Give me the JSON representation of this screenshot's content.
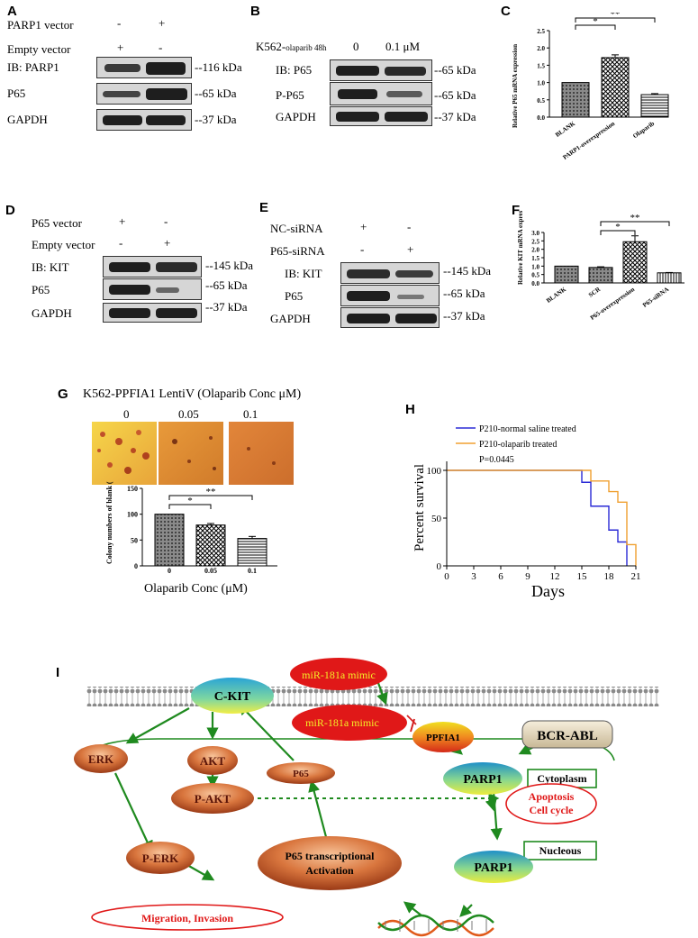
{
  "panels": {
    "A": {
      "label": "A",
      "rows": [
        {
          "name": "PARP1 vector",
          "signs": [
            "-",
            "+"
          ]
        },
        {
          "name": "Empty vector",
          "signs": [
            "+",
            "-"
          ]
        }
      ],
      "blots": [
        "IB: PARP1",
        "P65",
        "GAPDH"
      ],
      "sizes": [
        "--116 kDa",
        "--65 kDa",
        "--37 kDa"
      ]
    },
    "B": {
      "label": "B",
      "condition_prefix": "K562-",
      "condition_sub": "olaparib 48h",
      "lanes": [
        "0",
        "0.1 μM"
      ],
      "blots": [
        "IB: P65",
        "P-P65",
        "GAPDH"
      ],
      "sizes": [
        "--65 kDa",
        "--65 kDa",
        "--37 kDa"
      ]
    },
    "C": {
      "label": "C",
      "ylabel": "Relative P65 mRNA expression",
      "categories": [
        "BLANK",
        "PARP1-overexpression",
        "Olaparib"
      ],
      "values": [
        1.0,
        1.72,
        0.65
      ],
      "errors": [
        0.0,
        0.08,
        0.03
      ],
      "yticks": [
        "0.0",
        "0.5",
        "1.0",
        "1.5",
        "2.0",
        "2.5"
      ],
      "sig": [
        "*",
        "**"
      ]
    },
    "D": {
      "label": "D",
      "rows": [
        {
          "name": "P65 vector",
          "signs": [
            "+",
            "-"
          ]
        },
        {
          "name": "Empty vector",
          "signs": [
            "-",
            "+"
          ]
        }
      ],
      "blots": [
        "IB: KIT",
        "P65",
        "GAPDH"
      ],
      "sizes": [
        "--145 kDa",
        "--65 kDa",
        "--37 kDa"
      ]
    },
    "E": {
      "label": "E",
      "rows": [
        {
          "name": "NC-siRNA",
          "signs": [
            "+",
            "-"
          ]
        },
        {
          "name": "P65-siRNA",
          "signs": [
            "-",
            "+"
          ]
        }
      ],
      "blots": [
        "IB: KIT",
        "P65",
        "GAPDH"
      ],
      "sizes": [
        "--145 kDa",
        "--65 kDa",
        "--37 kDa"
      ]
    },
    "F": {
      "label": "F",
      "ylabel": "Relative KIT mRNA expression",
      "categories": [
        "BLANK",
        "SCR",
        "P65-overexpression",
        "P65-siRNA"
      ],
      "values": [
        1.0,
        0.92,
        2.45,
        0.6
      ],
      "errors": [
        0.0,
        0.04,
        0.35,
        0.02
      ],
      "yticks": [
        "0.0",
        "0.5",
        "1.0",
        "1.5",
        "2.0",
        "2.5",
        "3.0"
      ],
      "sig": [
        "*",
        "**"
      ]
    },
    "G": {
      "label": "G",
      "title": "K562-PPFIA1 LentiV (Olaparib Conc μM)",
      "dishes": [
        "0",
        "0.05",
        "0.1"
      ],
      "ylabel": "Colony numbers of blank (%)",
      "xlabel": "Olaparib Conc (μM)",
      "categories": [
        "0",
        "0.05",
        "0.1"
      ],
      "values": [
        100,
        79,
        53
      ],
      "errors": [
        0,
        3,
        4
      ],
      "yticks": [
        "0",
        "50",
        "100",
        "150"
      ],
      "sig": [
        "*",
        "**"
      ]
    },
    "H": {
      "label": "H",
      "legend": [
        "P210-normal saline treated",
        "P210-olaparib treated"
      ],
      "pvalue": "P=0.0445",
      "ylabel": "Percent survival",
      "xlabel": "Days",
      "yticks": [
        "0",
        "50",
        "100"
      ],
      "xticks": [
        "0",
        "3",
        "6",
        "9",
        "12",
        "15",
        "18",
        "21"
      ]
    },
    "I": {
      "label": "I",
      "nodes": {
        "ckit": "C-KIT",
        "mir_top": "miR-181a mimic",
        "mir_mid": "miR-181a mimic",
        "erk": "ERK",
        "akt": "AKT",
        "p65": "P65",
        "ppfia1": "PPFIA1",
        "bcrabl": "BCR-ABL",
        "parp1_cyto": "PARP1",
        "cytoplasm": "Cytoplasm",
        "pakt": "P-AKT",
        "apoptosis_1": "Apoptosis",
        "apoptosis_2": "Cell cycle",
        "perk": "P-ERK",
        "p65act_1": "P65 transcriptional",
        "p65act_2": "Activation",
        "nucleous": "Nucleous",
        "parp1_nuc": "PARP1",
        "migration": "Migration, Invasion"
      }
    }
  },
  "chart_data": [
    {
      "panel": "C",
      "type": "bar",
      "ylabel": "Relative P65 mRNA expression",
      "categories": [
        "BLANK",
        "PARP1-overexpression",
        "Olaparib"
      ],
      "values": [
        1.0,
        1.72,
        0.65
      ],
      "errors": [
        0.0,
        0.08,
        0.03
      ],
      "ylim": [
        0,
        2.5
      ]
    },
    {
      "panel": "F",
      "type": "bar",
      "ylabel": "Relative KIT mRNA expression",
      "categories": [
        "BLANK",
        "SCR",
        "P65-overexpression",
        "P65-siRNA"
      ],
      "values": [
        1.0,
        0.92,
        2.45,
        0.6
      ],
      "errors": [
        0.0,
        0.04,
        0.35,
        0.02
      ],
      "ylim": [
        0,
        3.0
      ]
    },
    {
      "panel": "G",
      "type": "bar",
      "ylabel": "Colony numbers of blank (%)",
      "xlabel": "Olaparib Conc (μM)",
      "categories": [
        "0",
        "0.05",
        "0.1"
      ],
      "values": [
        100,
        79,
        53
      ],
      "errors": [
        0,
        3,
        4
      ],
      "ylim": [
        0,
        150
      ]
    },
    {
      "panel": "H",
      "type": "line",
      "xlabel": "Days",
      "ylabel": "Percent survival",
      "xlim": [
        0,
        21
      ],
      "ylim": [
        0,
        100
      ],
      "series": [
        {
          "name": "P210-normal saline treated",
          "color": "#2b2bd6",
          "x": [
            0,
            14,
            15,
            16,
            17,
            18,
            19,
            20
          ],
          "y": [
            100,
            100,
            87.5,
            62.5,
            62.5,
            37.5,
            25,
            0
          ]
        },
        {
          "name": "P210-olaparib treated",
          "color": "#f0a030",
          "x": [
            0,
            15,
            16,
            18,
            19,
            20,
            21
          ],
          "y": [
            100,
            100,
            88.9,
            77.8,
            66.7,
            22.2,
            0
          ]
        }
      ]
    }
  ]
}
